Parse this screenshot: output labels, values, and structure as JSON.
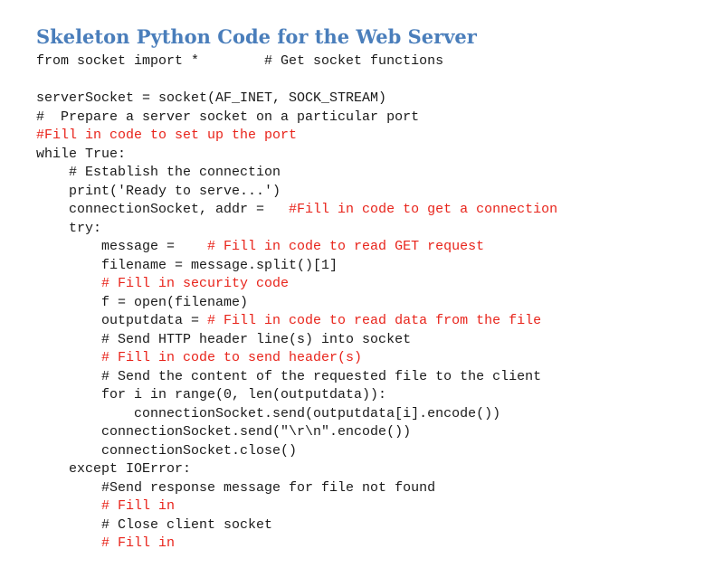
{
  "heading": "Skeleton Python Code for the Web Server",
  "colors": {
    "heading": "#4a7ebb",
    "code": "#1a1a1a",
    "highlight": "#e8241b"
  },
  "code_lines": [
    {
      "segments": [
        {
          "text": "from socket import *        # Get socket functions",
          "highlight": false
        }
      ]
    },
    {
      "segments": [
        {
          "text": "",
          "highlight": false
        }
      ]
    },
    {
      "segments": [
        {
          "text": "serverSocket = socket(AF_INET, SOCK_STREAM)",
          "highlight": false
        }
      ]
    },
    {
      "segments": [
        {
          "text": "#  Prepare a server socket on a particular port",
          "highlight": false
        }
      ]
    },
    {
      "segments": [
        {
          "text": "#Fill in code to set up the port",
          "highlight": true
        }
      ]
    },
    {
      "segments": [
        {
          "text": "while True:",
          "highlight": false
        }
      ]
    },
    {
      "segments": [
        {
          "text": "    # Establish the connection",
          "highlight": false
        }
      ]
    },
    {
      "segments": [
        {
          "text": "    print('Ready to serve...')",
          "highlight": false
        }
      ]
    },
    {
      "segments": [
        {
          "text": "    connectionSocket, addr =   ",
          "highlight": false
        },
        {
          "text": "#Fill in code to get a connection",
          "highlight": true
        }
      ]
    },
    {
      "segments": [
        {
          "text": "    try:",
          "highlight": false
        }
      ]
    },
    {
      "segments": [
        {
          "text": "        message =    ",
          "highlight": false
        },
        {
          "text": "# Fill in code to read GET request",
          "highlight": true
        }
      ]
    },
    {
      "segments": [
        {
          "text": "        filename = message.split()[1]",
          "highlight": false
        }
      ]
    },
    {
      "segments": [
        {
          "text": "        # Fill in security code",
          "highlight": true
        }
      ]
    },
    {
      "segments": [
        {
          "text": "        f = open(filename)",
          "highlight": false
        }
      ]
    },
    {
      "segments": [
        {
          "text": "        outputdata = ",
          "highlight": false
        },
        {
          "text": "# Fill in code to read data from the file",
          "highlight": true
        }
      ]
    },
    {
      "segments": [
        {
          "text": "        # Send HTTP header line(s) into socket",
          "highlight": false
        }
      ]
    },
    {
      "segments": [
        {
          "text": "        # Fill in code to send header(s)",
          "highlight": true
        }
      ]
    },
    {
      "segments": [
        {
          "text": "        # Send the content of the requested file to the client",
          "highlight": false
        }
      ]
    },
    {
      "segments": [
        {
          "text": "        for i in range(0, len(outputdata)):",
          "highlight": false
        }
      ]
    },
    {
      "segments": [
        {
          "text": "            connectionSocket.send(outputdata[i].encode())",
          "highlight": false
        }
      ]
    },
    {
      "segments": [
        {
          "text": "        connectionSocket.send(\"\\r\\n\".encode())",
          "highlight": false
        }
      ]
    },
    {
      "segments": [
        {
          "text": "        connectionSocket.close()",
          "highlight": false
        }
      ]
    },
    {
      "segments": [
        {
          "text": "    except IOError:",
          "highlight": false
        }
      ]
    },
    {
      "segments": [
        {
          "text": "        #Send response message for file not found",
          "highlight": false
        }
      ]
    },
    {
      "segments": [
        {
          "text": "        # Fill in",
          "highlight": true
        }
      ]
    },
    {
      "segments": [
        {
          "text": "        # Close client socket",
          "highlight": false
        }
      ]
    },
    {
      "segments": [
        {
          "text": "        # Fill in",
          "highlight": true
        }
      ]
    }
  ]
}
